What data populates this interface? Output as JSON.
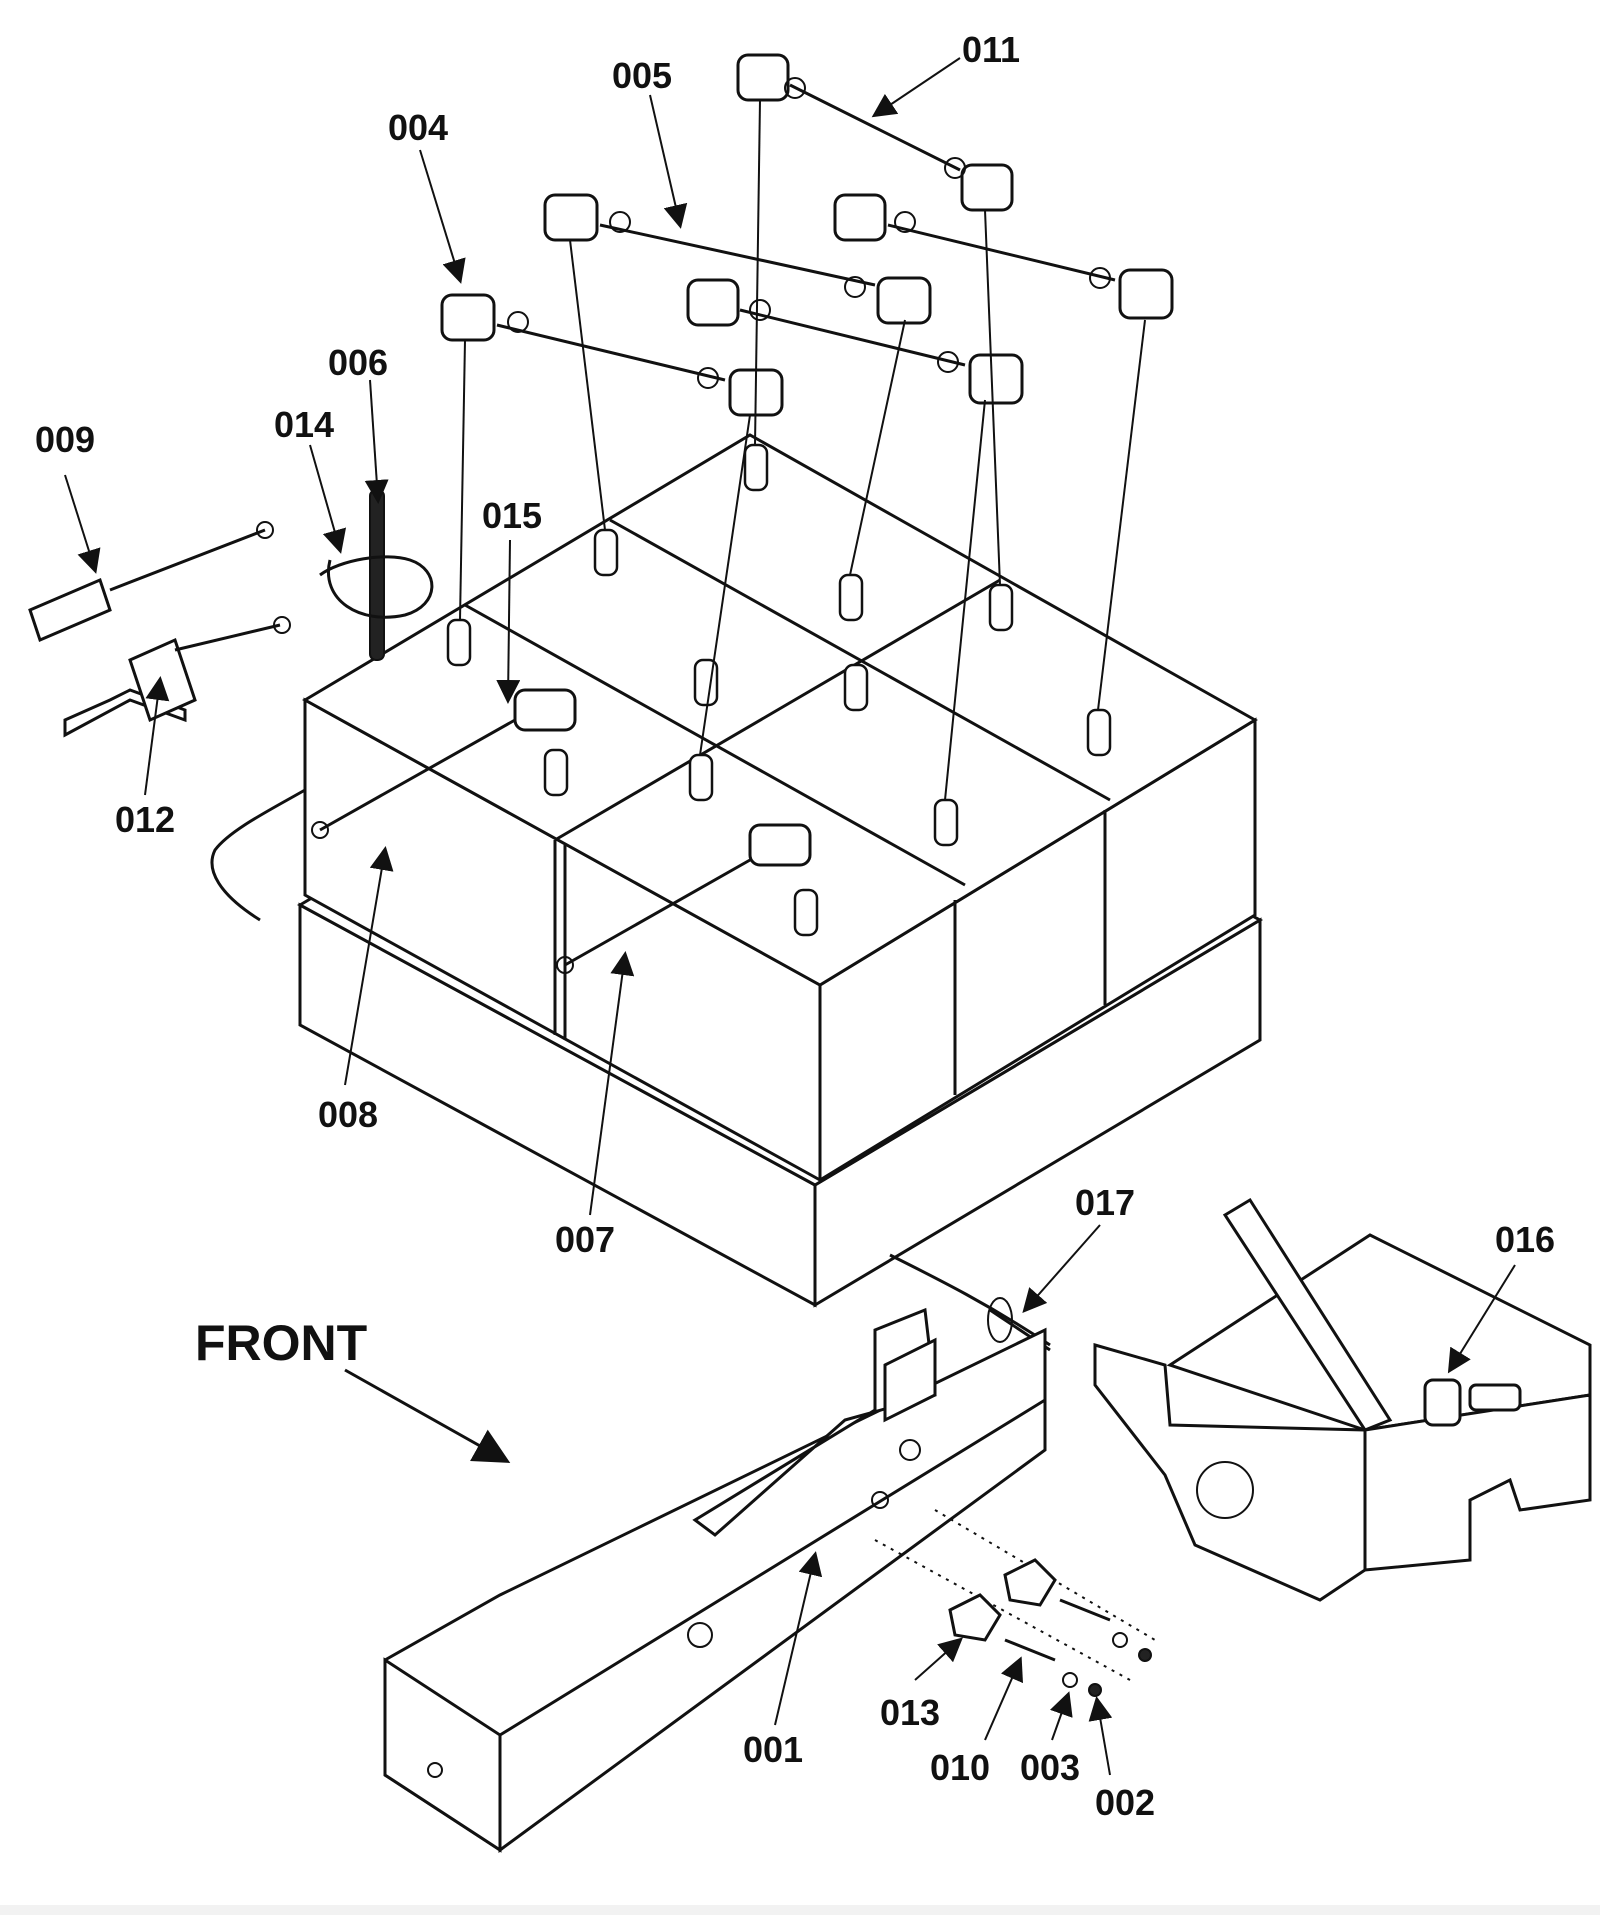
{
  "callouts": {
    "c011": "011",
    "c005": "005",
    "c004": "004",
    "c006": "006",
    "c014": "014",
    "c009": "009",
    "c015": "015",
    "c012": "012",
    "c008": "008",
    "c007": "007",
    "c017": "017",
    "c016": "016",
    "c001": "001",
    "c013": "013",
    "c010": "010",
    "c003": "003",
    "c002": "002"
  },
  "front_label": "FRONT"
}
